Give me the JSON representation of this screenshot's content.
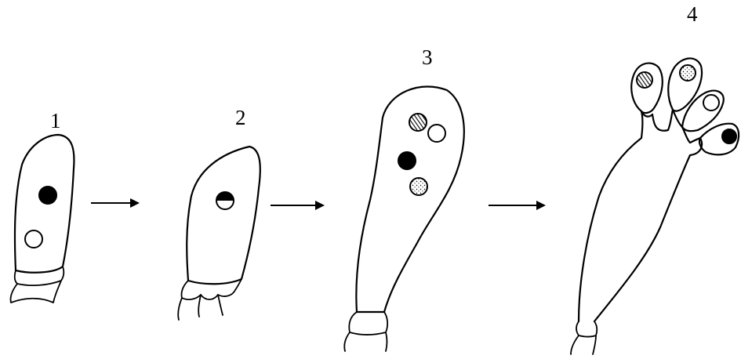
{
  "diagram": {
    "stages": [
      {
        "label": "1"
      },
      {
        "label": "2"
      },
      {
        "label": "3"
      },
      {
        "label": "4"
      }
    ],
    "colors": {
      "line": "#000000",
      "background": "#ffffff"
    }
  }
}
